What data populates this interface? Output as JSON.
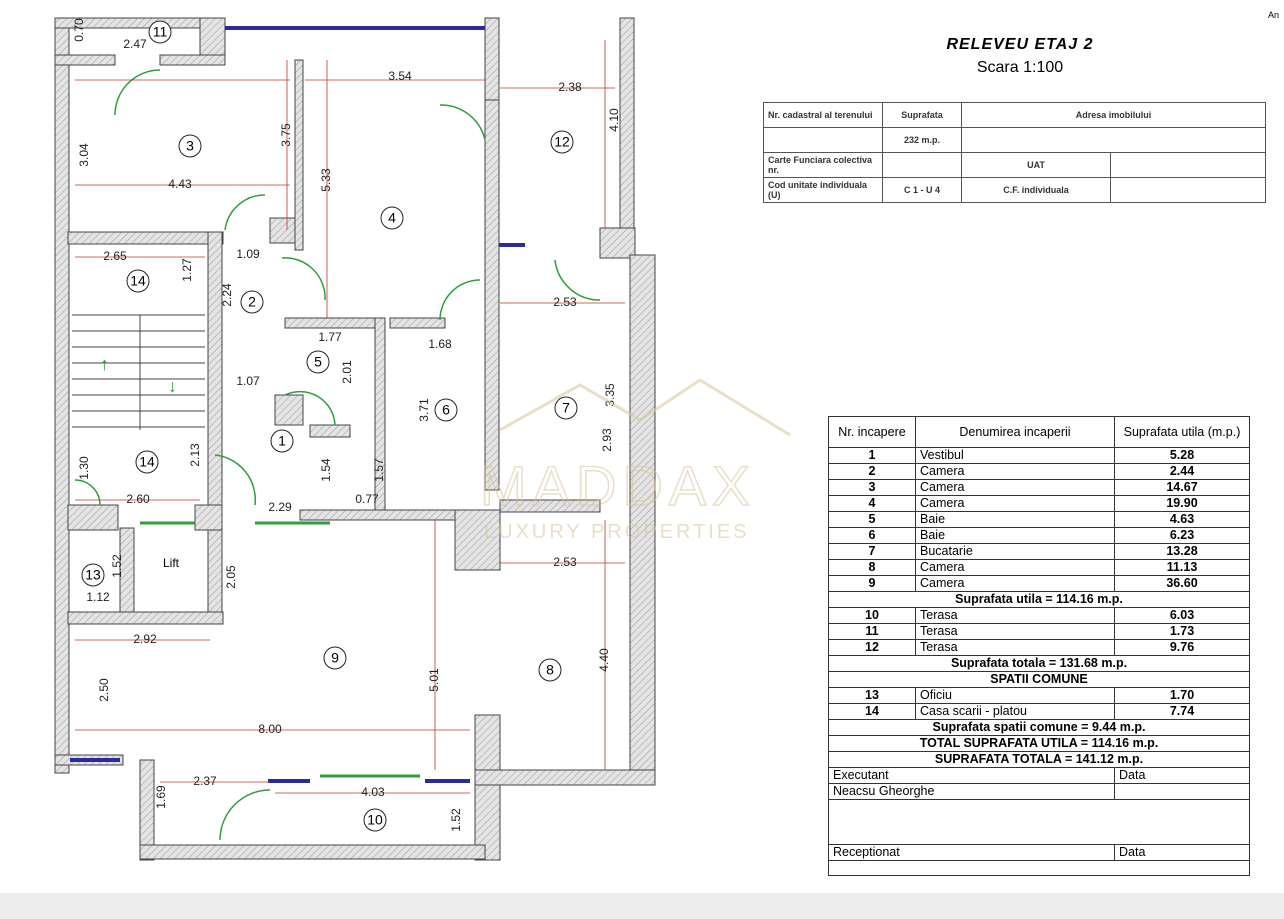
{
  "header": {
    "title": "RELEVEU  ETAJ 2",
    "scale": "Scara 1:100",
    "corner_text": "An"
  },
  "info_table": {
    "r1": [
      "Nr. cadastral al terenului",
      "Suprafata",
      "Adresa imobilului"
    ],
    "r2": [
      "",
      "232 m.p.",
      ""
    ],
    "r3": [
      "Carte Funciara colectiva nr.",
      "",
      "UAT",
      ""
    ],
    "r4": [
      "Cod unitate individuala (U)",
      "C 1 - U 4",
      "C.F. individuala",
      ""
    ]
  },
  "area_table": {
    "headers": [
      "Nr. incapere",
      "Denumirea incaperii",
      "Suprafata utila (m.p.)"
    ],
    "rooms": [
      [
        "1",
        "Vestibul",
        "5.28"
      ],
      [
        "2",
        "Camera",
        "2.44"
      ],
      [
        "3",
        "Camera",
        "14.67"
      ],
      [
        "4",
        "Camera",
        "19.90"
      ],
      [
        "5",
        "Baie",
        "4.63"
      ],
      [
        "6",
        "Baie",
        "6.23"
      ],
      [
        "7",
        "Bucatarie",
        "13.28"
      ],
      [
        "8",
        "Camera",
        "11.13"
      ],
      [
        "9",
        "Camera",
        "36.60"
      ]
    ],
    "subtotal_utila": "Suprafata utila = 114.16 m.p.",
    "terraces": [
      [
        "10",
        "Terasa",
        "6.03"
      ],
      [
        "11",
        "Terasa",
        "1.73"
      ],
      [
        "12",
        "Terasa",
        "9.76"
      ]
    ],
    "subtotal_totala": "Suprafata totala = 131.68 m.p.",
    "common_header": "SPATII COMUNE",
    "common": [
      [
        "13",
        "Oficiu",
        "1.70"
      ],
      [
        "14",
        "Casa scarii - platou",
        "7.74"
      ]
    ],
    "subtotal_common": "Suprafata spatii comune = 9.44 m.p.",
    "total_utila": "TOTAL SUPRAFATA UTILA = 114.16 m.p.",
    "total": "SUPRAFATA TOTALA = 141.12 m.p.",
    "executant_label": "Executant",
    "executant_name": "Neacsu Gheorghe",
    "data_label": "Data",
    "receptionat_label": "Receptionat"
  },
  "plan": {
    "rooms": [
      "11",
      "3",
      "12",
      "4",
      "14",
      "2",
      "5",
      "6",
      "7",
      "1",
      "14",
      "13",
      "9",
      "8",
      "10"
    ],
    "lift_label": "Lift",
    "dimensions": [
      "0.70",
      "2.47",
      "3.54",
      "2.38",
      "4.10",
      "3.04",
      "3.75",
      "5.33",
      "4.43",
      "2.65",
      "1.09",
      "1.27",
      "2.24",
      "2.53",
      "1.77",
      "1.68",
      "2.01",
      "1.07",
      "3.71",
      "3.35",
      "2.93",
      "2.13",
      "1.30",
      "1.54",
      "1.57",
      "2.60",
      "2.29",
      "0.77",
      "1.52",
      "2.05",
      "2.53",
      "1.12",
      "2.92",
      "5.01",
      "4.40",
      "2.50",
      "8.00",
      "2.37",
      "4.03",
      "1.69",
      "1.52"
    ],
    "dimension_color": "#c0392b",
    "window_color": "#2a2a9a",
    "door_color": "#2e9e3e"
  },
  "watermark": {
    "logo": "MADDAX",
    "tagline": "LUXURY PROPERTIES",
    "color": "#d9c49a"
  }
}
